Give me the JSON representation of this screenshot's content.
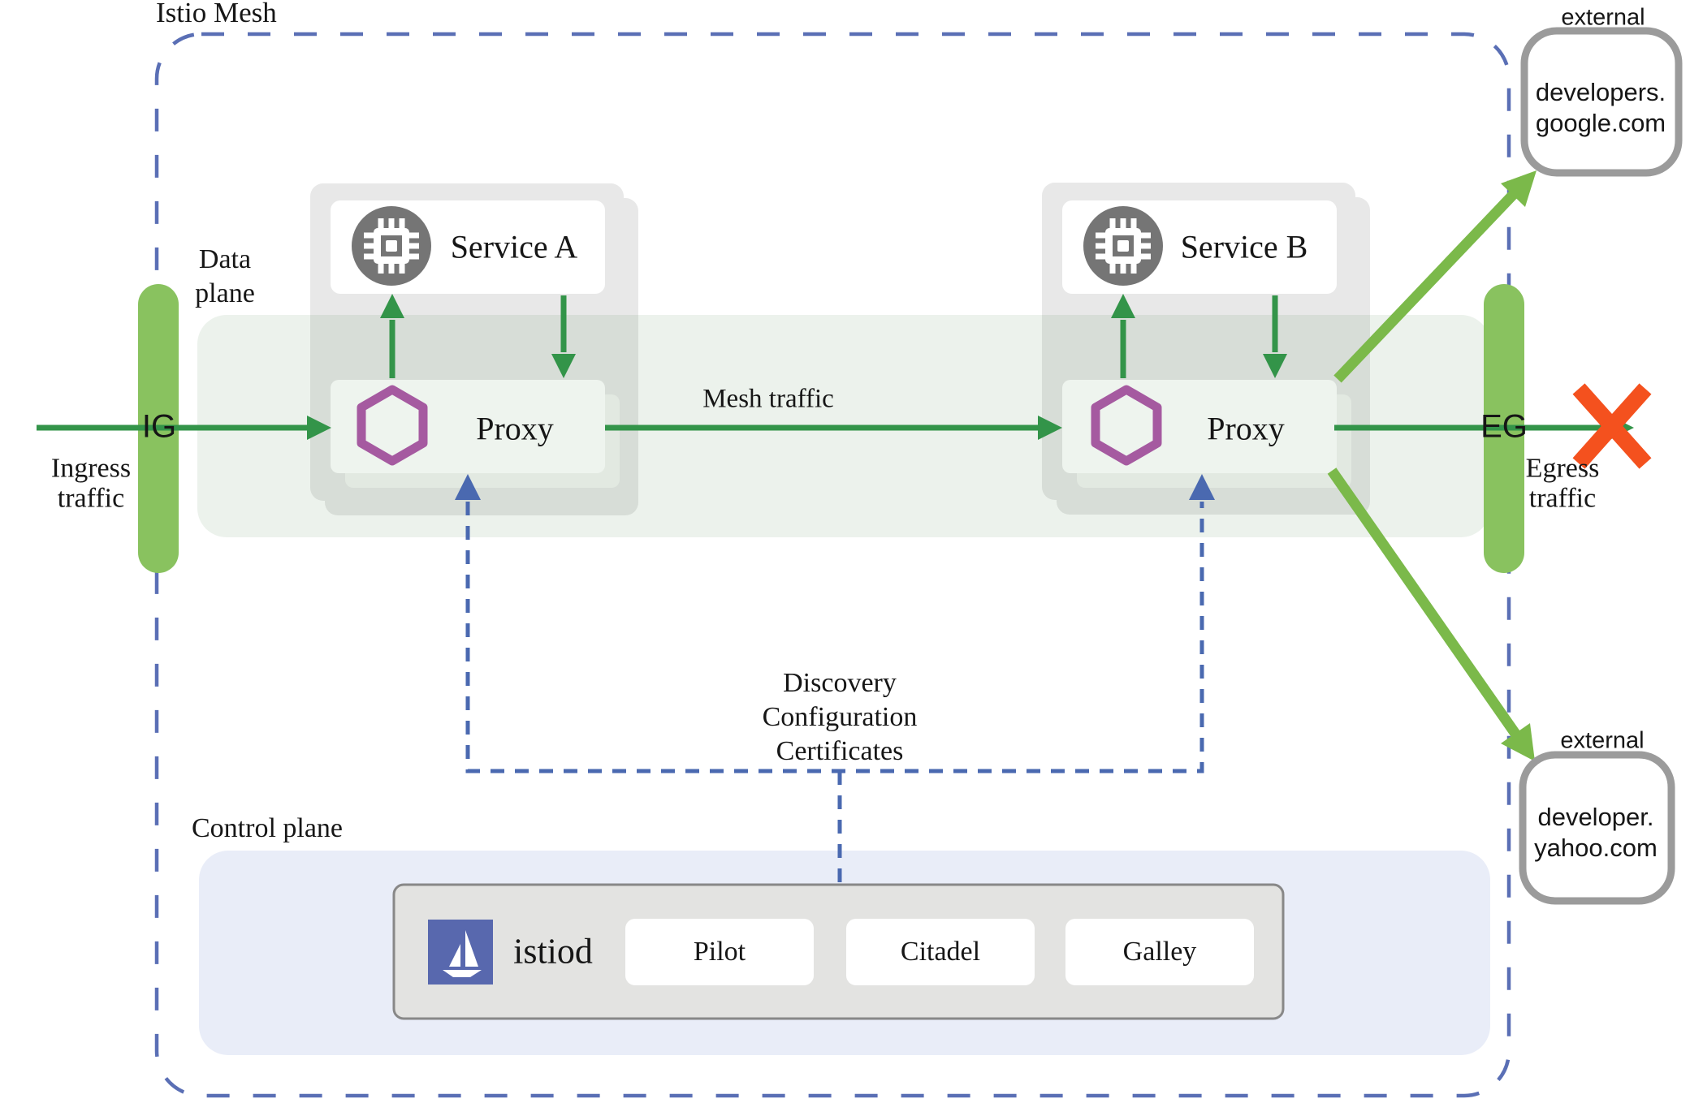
{
  "mesh": {
    "label": "Istio Mesh"
  },
  "planes": {
    "data": "Data\nplane",
    "control": "Control plane"
  },
  "gateways": {
    "ingress": {
      "short": "IG",
      "label": "Ingress\ntraffic"
    },
    "egress": {
      "short": "EG",
      "label": "Egress\ntraffic"
    }
  },
  "services": {
    "a": {
      "name": "Service A",
      "proxy": "Proxy"
    },
    "b": {
      "name": "Service B",
      "proxy": "Proxy"
    }
  },
  "traffic": {
    "mesh_label": "Mesh traffic"
  },
  "control": {
    "istiod": "istiod",
    "components": [
      "Pilot",
      "Citadel",
      "Galley"
    ],
    "channel": "Discovery\nConfiguration\nCertificates"
  },
  "external": {
    "google": {
      "tag": "external",
      "host": "developers.\ngoogle.com"
    },
    "yahoo": {
      "tag": "external",
      "host": "developer.\nyahoo.com"
    }
  },
  "colors": {
    "mesh_border": "#5a6fb5",
    "config_blue": "#4a69b0",
    "dark_green_arrow": "#339449",
    "light_green": "#7bb94a",
    "gateway_green": "#89c25f",
    "band_green": "#e9f2e9",
    "control_lavender": "#e9edf8",
    "pod_gray": "#e8e8e8",
    "proxy_fill": "#eef4ee",
    "hexagon_purple": "#a55aa0",
    "icon_gray": "#757575",
    "istio_blue": "#5868ae",
    "blocked_red": "#f4511e",
    "external_border": "#9b9b9b"
  }
}
